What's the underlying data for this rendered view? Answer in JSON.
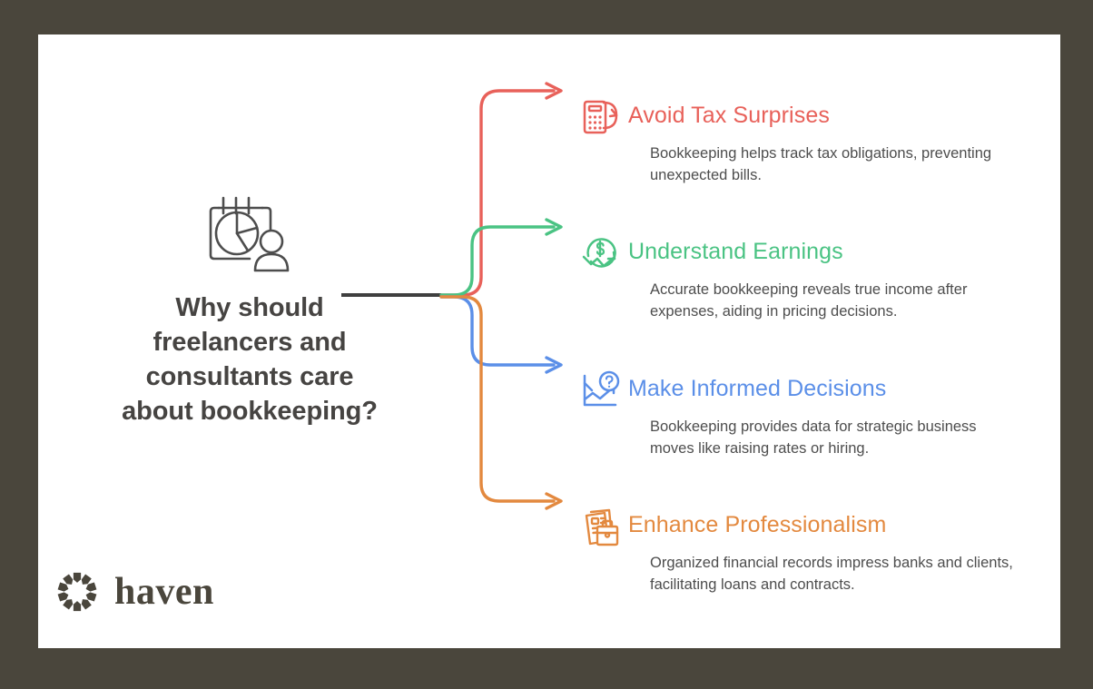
{
  "canvas": {
    "background_color": "#4a463c",
    "card_color": "#ffffff"
  },
  "central_node": {
    "icon": "calendar-pie-chart-person-icon",
    "title": "Why should freelancers and consultants care about bookkeeping?",
    "title_color": "#464442"
  },
  "branches": [
    {
      "id": "avoid-tax-surprises",
      "icon": "calculator-refresh-icon",
      "title": "Avoid Tax Surprises",
      "description": "Bookkeeping helps track tax obligations, preventing unexpected bills.",
      "color": "#e8615a"
    },
    {
      "id": "understand-earnings",
      "icon": "dollar-circle-down-arrow-icon",
      "title": "Understand Earnings",
      "description": "Accurate bookkeeping reveals true income after expenses, aiding in pricing decisions.",
      "color": "#4ac383"
    },
    {
      "id": "make-informed-decisions",
      "icon": "line-chart-question-icon",
      "title": "Make Informed Decisions",
      "description": "Bookkeeping provides data for strategic business moves like raising rates or hiring.",
      "color": "#5b8fe8"
    },
    {
      "id": "enhance-professionalism",
      "icon": "documents-briefcase-icon",
      "title": "Enhance Professionalism",
      "description": "Organized financial records impress banks and clients, facilitating loans and contracts.",
      "color": "#e3893f"
    }
  ],
  "brand": {
    "mark": "haven-starburst-logo-icon",
    "name": "haven",
    "color": "#4a463c"
  },
  "connector": {
    "trunk_color": "#3f3f3f"
  }
}
